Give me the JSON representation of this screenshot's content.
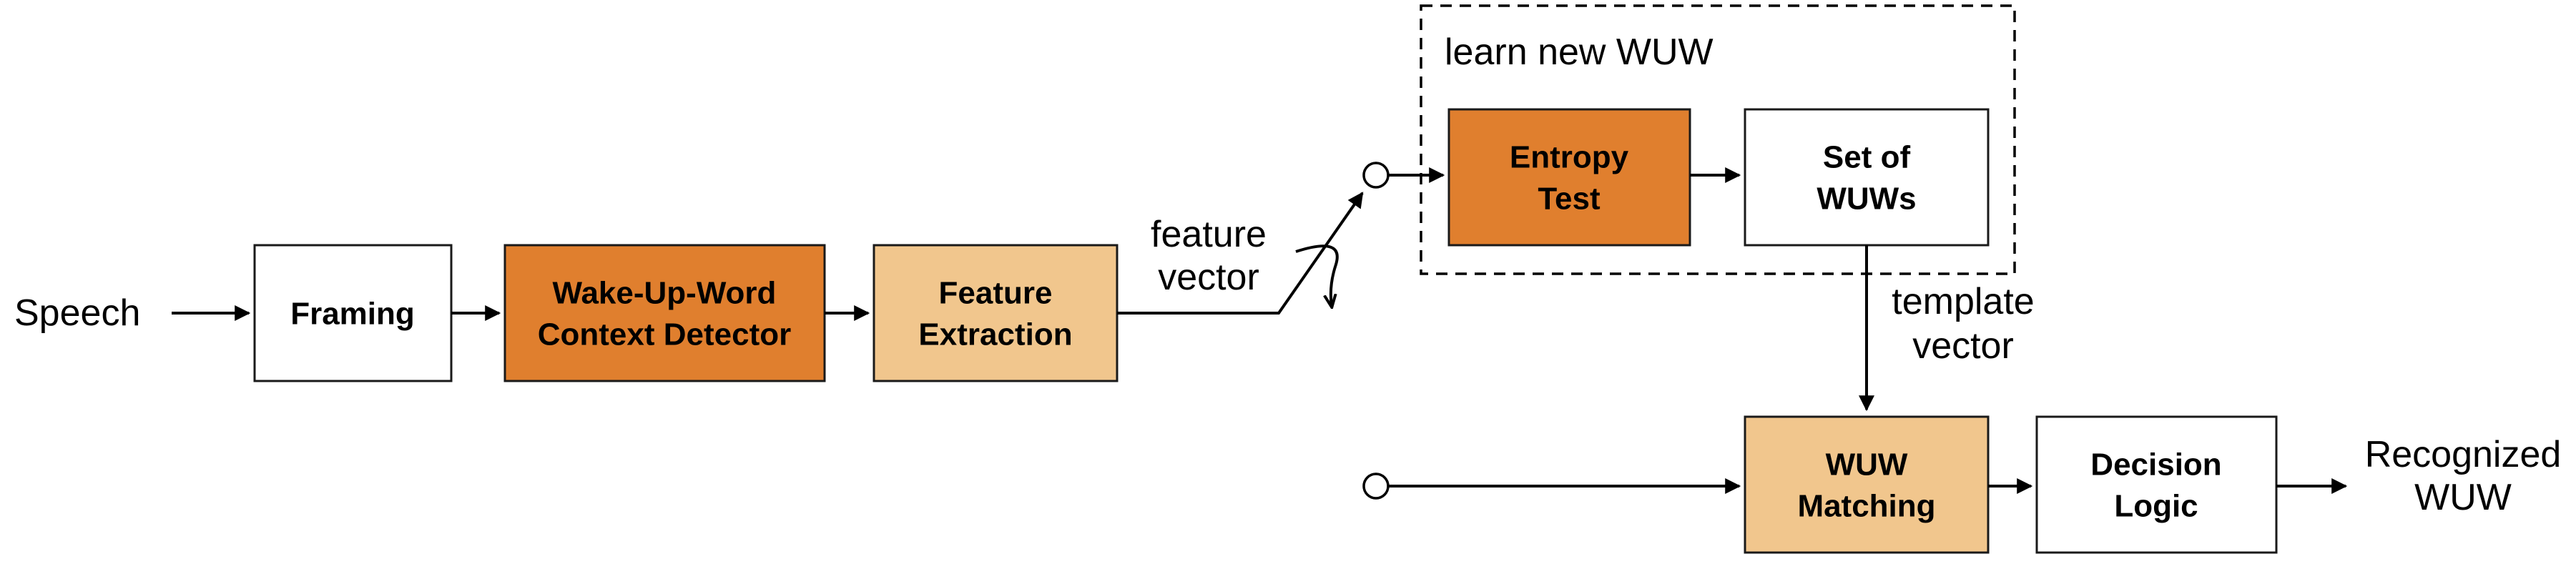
{
  "colors": {
    "dark_orange": "#e07f2e",
    "light_orange": "#f1c68d",
    "white": "#ffffff",
    "line": "#000000"
  },
  "labels": {
    "input": "Speech",
    "feature_vector": [
      "feature",
      "vector"
    ],
    "learn_group": "learn new WUW",
    "template_vector": [
      "template",
      "vector"
    ],
    "output": [
      "Recognized",
      "WUW"
    ]
  },
  "boxes": {
    "framing": [
      "Framing"
    ],
    "context_detector": [
      "Wake-Up-Word",
      "Context Detector"
    ],
    "feature_extraction": [
      "Feature",
      "Extraction"
    ],
    "entropy_test": [
      "Entropy",
      "Test"
    ],
    "set_of_wuws": [
      "Set of",
      "WUWs"
    ],
    "wuw_matching": [
      "WUW",
      "Matching"
    ],
    "decision_logic": [
      "Decision",
      "Logic"
    ]
  }
}
